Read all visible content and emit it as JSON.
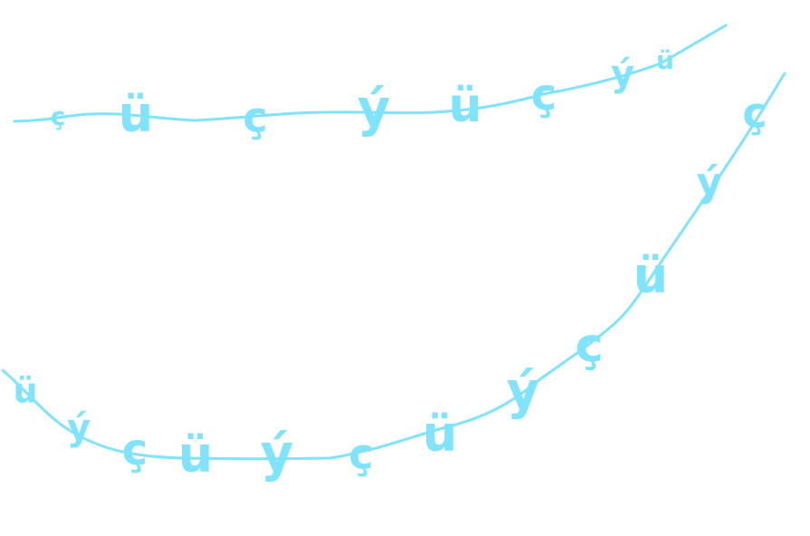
{
  "color": "#7ee3fb",
  "curves": [
    {
      "name": "upper-curve",
      "glyphs": [
        "ç",
        "ü",
        "ç",
        "ý",
        "ü",
        "ç",
        "ý",
        "ü"
      ]
    },
    {
      "name": "lower-curve",
      "glyphs": [
        "ü",
        "ý",
        "ç",
        "ü",
        "ý",
        "ç",
        "ü",
        "ý",
        "ç",
        "ü",
        "ý",
        "ç"
      ]
    }
  ]
}
